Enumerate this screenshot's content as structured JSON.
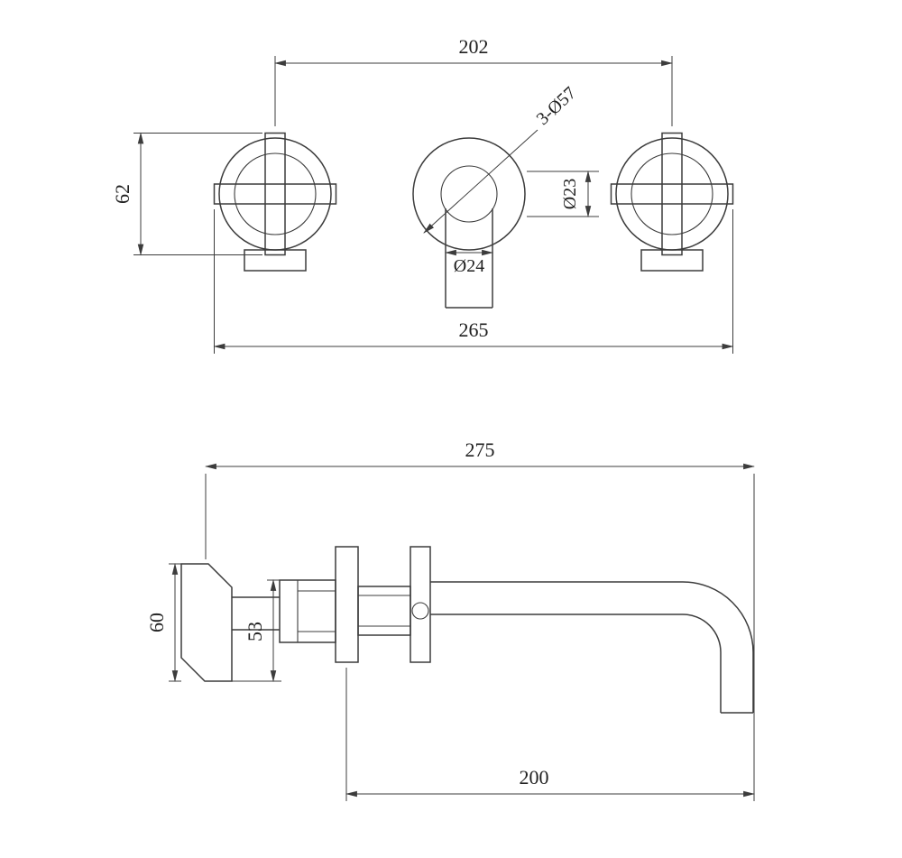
{
  "page": {
    "background": "#ffffff",
    "line_color": "#3c3c3c",
    "text_color": "#1f1f1f",
    "description": "Technical dimension drawing of a wall-mounted basin mixer tap, front view and side view"
  },
  "front_view": {
    "dim_handle_spacing": "202",
    "dim_handle_length": "62",
    "note_escutcheon_holes": "3-Ø57",
    "dim_spout_diameter": "Ø23",
    "dim_spout_inner": "Ø24",
    "dim_overall_width": "265"
  },
  "side_view": {
    "dim_overall_depth": "275",
    "dim_plate_height": "60",
    "dim_body_height": "53",
    "dim_spout_reach": "200"
  }
}
